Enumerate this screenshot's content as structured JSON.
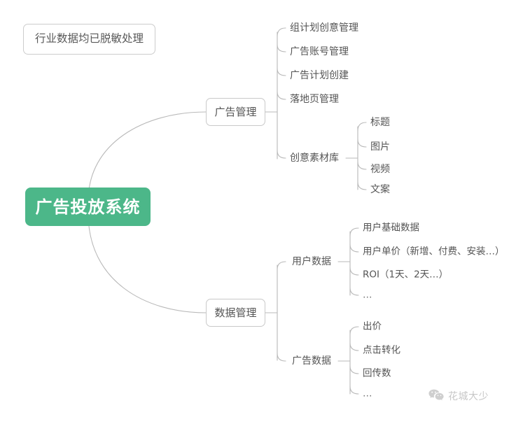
{
  "diagram": {
    "type": "mindmap",
    "title": "广告投放系统",
    "note": "行业数据均已脱敏处理",
    "root": {
      "label": "广告投放系统",
      "color": "#4cb789",
      "text_color": "#ffffff"
    },
    "branches": [
      {
        "label": "广告管理",
        "children": [
          {
            "label": "组计划创意管理",
            "children": []
          },
          {
            "label": "广告账号管理",
            "children": []
          },
          {
            "label": "广告计划创建",
            "children": []
          },
          {
            "label": "落地页管理",
            "children": []
          },
          {
            "label": "创意素材库",
            "children": [
              {
                "label": "标题"
              },
              {
                "label": "图片"
              },
              {
                "label": "视频"
              },
              {
                "label": "文案"
              }
            ]
          }
        ]
      },
      {
        "label": "数据管理",
        "children": [
          {
            "label": "用户数据",
            "children": [
              {
                "label": "用户基础数据"
              },
              {
                "label": "用户单价（新增、付费、安装…）"
              },
              {
                "label": "ROI（1天、2天…）"
              },
              {
                "label": "…"
              }
            ]
          },
          {
            "label": "广告数据",
            "children": [
              {
                "label": "出价"
              },
              {
                "label": "点击转化"
              },
              {
                "label": "回传数"
              },
              {
                "label": "…"
              }
            ]
          }
        ]
      }
    ]
  },
  "watermark": {
    "icon": "wechat-icon",
    "text": "花城大少"
  },
  "colors": {
    "accent_green": "#4cb789",
    "line": "#b9b9b9",
    "box_border": "#c9c9c9",
    "text": "#555555",
    "background": "#ffffff"
  }
}
